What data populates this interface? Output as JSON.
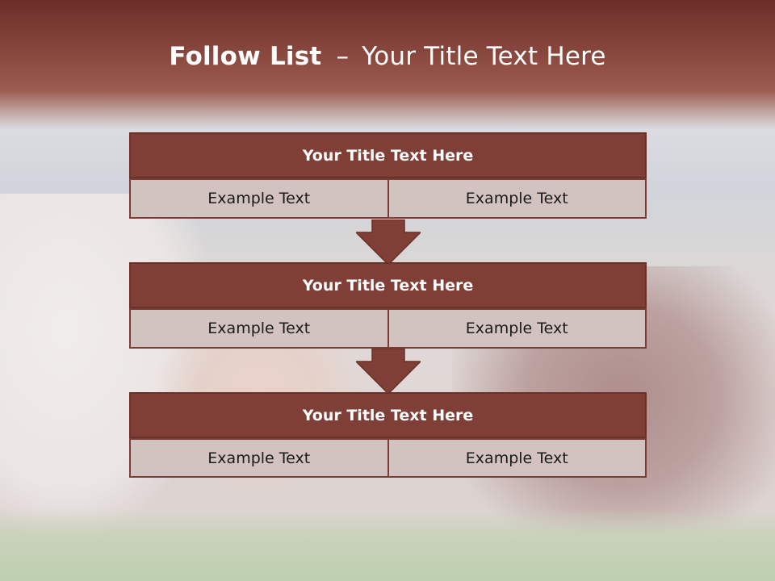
{
  "slide": {
    "title_bold": "Follow List",
    "title_dash": "–",
    "title_rest": "Your Title Text Here"
  },
  "boxes": [
    {
      "title": "Your Title Text Here",
      "left": "Example Text",
      "right": "Example Text"
    },
    {
      "title": "Your Title Text Here",
      "left": "Example Text",
      "right": "Example Text"
    },
    {
      "title": "Your Title Text Here",
      "left": "Example Text",
      "right": "Example Text"
    }
  ],
  "colors": {
    "header_fill": "#7f3f37",
    "cell_fill": "#d2c3c1",
    "border": "#7a3c35",
    "arrow": "#7f3f37"
  }
}
